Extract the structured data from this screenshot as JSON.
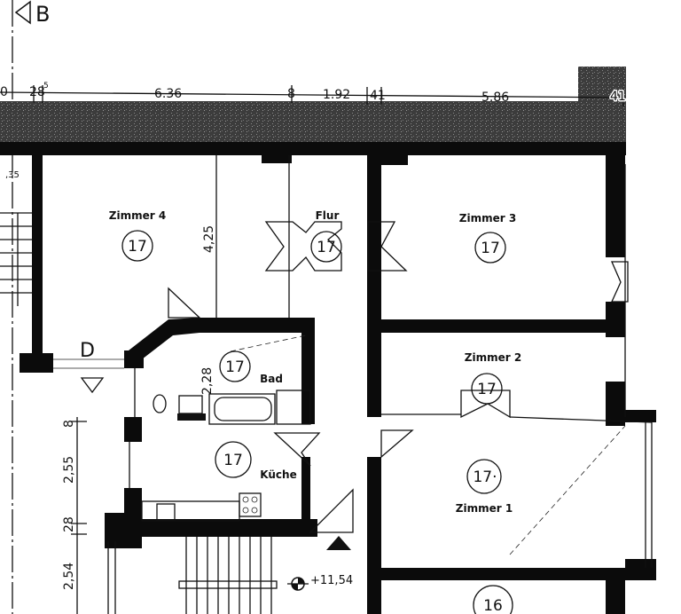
{
  "section_marker": "B",
  "axis_marker": "D",
  "top_dimensions": [
    "0",
    "28",
    "5",
    "6.36",
    "8",
    "1.92",
    "41",
    "5.86",
    "41"
  ],
  "left_dimensions": {
    "top": ",35",
    "d1": "8",
    "d2": "2,55",
    "d3": "28",
    "d4": "2,54"
  },
  "inner_dimensions": {
    "zimmer4_height": "4,25",
    "bad_height": "2,28"
  },
  "elevation": "+11,54",
  "rooms": [
    {
      "name": "Zimmer 4",
      "number": "17"
    },
    {
      "name": "Flur",
      "number": "17"
    },
    {
      "name": "Zimmer 3",
      "number": "17"
    },
    {
      "name": "Zimmer 2",
      "number": "17"
    },
    {
      "name": "Bad",
      "number": "17"
    },
    {
      "name": "Küche",
      "number": "17"
    },
    {
      "name": "Zimmer 1",
      "number": "17·"
    },
    {
      "name": "",
      "number": "16"
    }
  ],
  "colors": {
    "wall": "#0b0b0b",
    "hatch": "#4a4a4a"
  }
}
